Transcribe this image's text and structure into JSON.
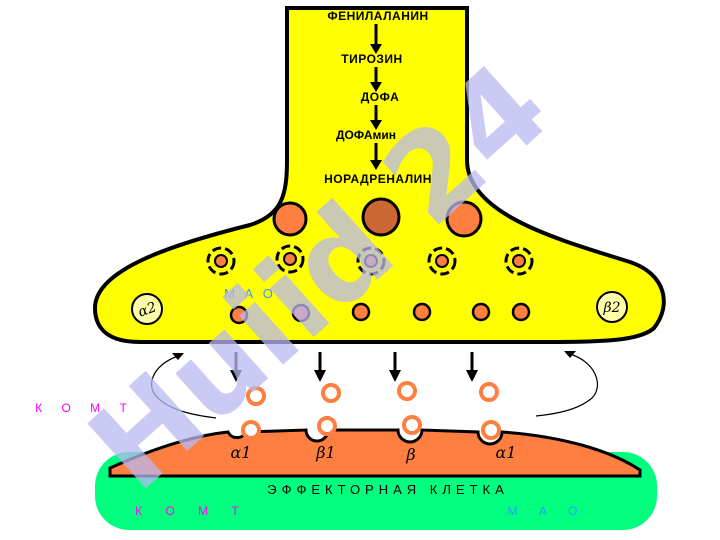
{
  "pathway": {
    "steps": [
      "ФЕНИЛАЛАНИН",
      "ТИРОЗИН",
      "ДОФА",
      "ДОФАмин",
      "НОРАДРЕНАЛИН"
    ]
  },
  "terminal": {
    "mao_label": "М А О",
    "left_receptor": "α2",
    "right_receptor": "β2"
  },
  "cleft": {
    "komt_label": "К О М Т"
  },
  "effector": {
    "title": "ЭФФЕКТОРНАЯ КЛЕТКА",
    "komt_label": "К О М Т",
    "mao_label": "М А О",
    "receptors": [
      "α1",
      "β1",
      "β",
      "α1"
    ]
  },
  "watermark": {
    "text": "Huiid 24"
  },
  "colors": {
    "terminal_fill": "#ffff00",
    "effector_membrane": "#ff7f40",
    "effector_body": "#00ff7f",
    "vesicle": "#ff7f40",
    "label_pink": "#ff00ff",
    "label_blue": "#3399ff",
    "watermark": "#c8c8f5"
  }
}
